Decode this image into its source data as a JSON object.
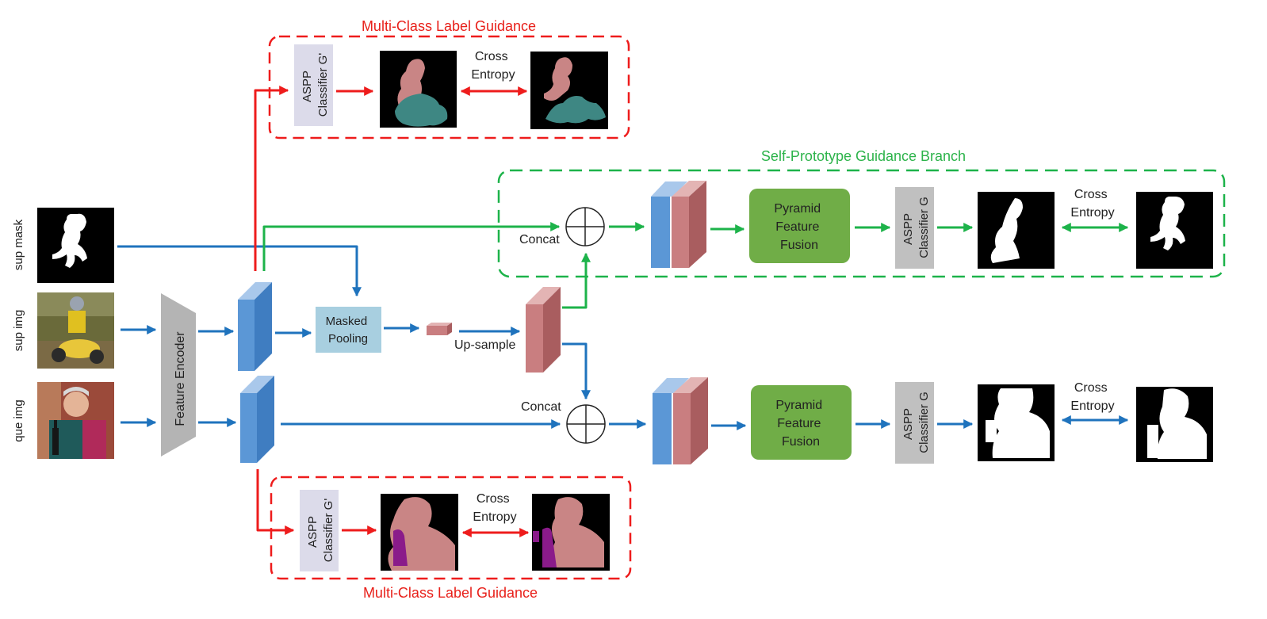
{
  "colors": {
    "red": "#ee1c1c",
    "green": "#1db34a",
    "blue": "#1f73bd",
    "feature_blue": "#5b97d6",
    "feature_pink": "#c97e80",
    "pyramid_green": "#70ad47",
    "classifier_gray": "#c0c0c0",
    "classifier_lavender": "#dcdbea",
    "pooling_box": "#a8cfe0",
    "encoder_gray": "#b4b4b4",
    "seg_pink": "#c98585",
    "seg_teal": "#3e8783",
    "seg_purple": "#8a1b8a"
  },
  "titles": {
    "top_guidance": "Multi-Class Label Guidance",
    "bottom_guidance": "Multi-Class Label Guidance",
    "self_prototype": "Self-Prototype Guidance Branch"
  },
  "inputs": {
    "sup_mask": "sup mask",
    "sup_img": "sup img",
    "que_img": "que img"
  },
  "encoder": "Feature Encoder",
  "masked_pooling": [
    "Masked",
    "Pooling"
  ],
  "upsample": "Up-sample",
  "concat_top": "Concat",
  "concat_bottom": "Concat",
  "pyramid_top": [
    "Pyramid",
    "Feature",
    "Fusion"
  ],
  "pyramid_bottom": [
    "Pyramid",
    "Feature",
    "Fusion"
  ],
  "classifier_g_top": [
    "ASPP",
    "Classifier G"
  ],
  "classifier_g_bottom": [
    "ASPP",
    "Classifier G"
  ],
  "classifier_gp_top": [
    "ASPP",
    "Classifier G'"
  ],
  "classifier_gp_bottom": [
    "ASPP",
    "Classifier G'"
  ],
  "cross_entropy": [
    "Cross",
    "Entropy"
  ]
}
